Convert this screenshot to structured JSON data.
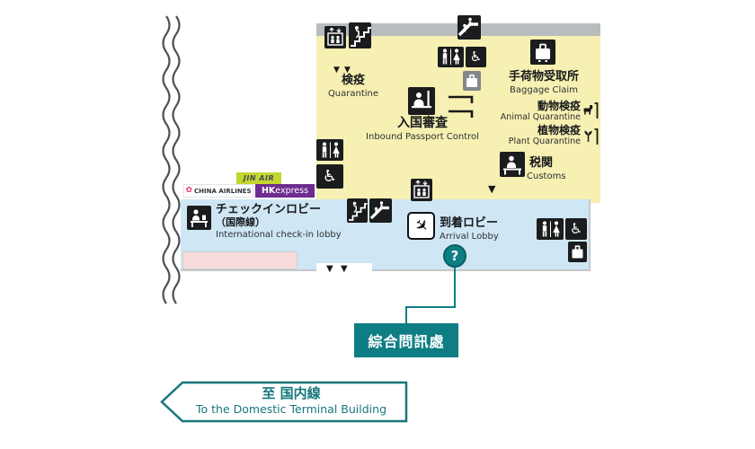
{
  "map": {
    "quarantine": {
      "jp": "検疫",
      "en": "Quarantine"
    },
    "passport_control": {
      "jp": "入国審査",
      "en": "Inbound Passport Control"
    },
    "baggage_claim": {
      "jp": "手荷物受取所",
      "en": "Baggage Claim"
    },
    "animal_quarantine": {
      "jp": "動物検疫",
      "en": "Animal Quarantine"
    },
    "plant_quarantine": {
      "jp": "植物検疫",
      "en": "Plant Quarantine"
    },
    "customs": {
      "jp": "税関",
      "en": "Customs"
    },
    "checkin_lobby": {
      "jp": "チェックインロビー",
      "jp_sub": "（国際線）",
      "en": "International check-in lobby"
    },
    "arrival_lobby": {
      "jp": "到着ロビー",
      "en": "Arrival Lobby"
    }
  },
  "airlines": {
    "jinair": "JIN AIR",
    "china_airlines": "CHINA AIRLINES",
    "hk_express_bold": "HK",
    "hk_express_light": "express"
  },
  "info_point": {
    "glyph": "?",
    "label": "綜合問訊處"
  },
  "domestic_link": {
    "jp": "至 国内線",
    "en": "To the Domestic Terminal Building"
  },
  "glyphs": {
    "down_triangle": "▼",
    "wheelchair": "♿",
    "plane": "✈",
    "flower": "✿"
  },
  "colors": {
    "teal": "#0e7d84",
    "teal_border": "#17777c",
    "yellow_zone": "#f6f0b2",
    "blue_zone": "#cfe6f4",
    "pink_zone": "#f7dcdc",
    "icon_black": "#1a1c1e",
    "jinair_green": "#c3d62e",
    "hk_purple": "#6d2c8f",
    "china_pink": "#e23a7c"
  }
}
